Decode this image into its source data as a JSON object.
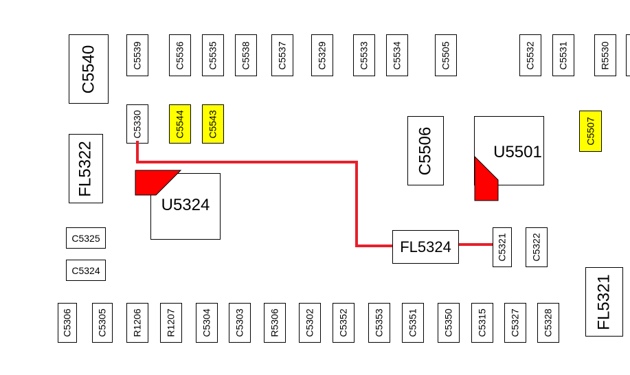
{
  "colors": {
    "trace": "#e8202a",
    "highlight": "#ffff00",
    "outline": "#000000"
  },
  "components": {
    "c5540": "C5540",
    "c5539": "C5539",
    "c5536": "C5536",
    "c5535": "C5535",
    "c5538": "C5538",
    "c5537": "C5537",
    "c5329": "C5329",
    "c5533": "C5533",
    "c5534": "C5534",
    "c5505": "C5505",
    "c5532": "C5532",
    "c5531": "C5531",
    "r5530": "R5530",
    "c5330": "C5330",
    "c5544": "C5544",
    "c5543": "C5543",
    "c5506": "C5506",
    "u5501": "U5501",
    "c5507": "C5507",
    "fl5322": "FL5322",
    "u5324": "U5324",
    "c5325": "C5325",
    "c5324": "C5324",
    "fl5324": "FL5324",
    "c5321": "C5321",
    "c5322": "C5322",
    "fl5321": "FL5321",
    "c5306": "C5306",
    "c5305": "C5305",
    "r1206": "R1206",
    "r1207": "R1207",
    "c5304": "C5304",
    "c5303": "C5303",
    "r5306": "R5306",
    "c5302": "C5302",
    "c5352": "C5352",
    "c5353": "C5353",
    "c5351": "C5351",
    "c5350": "C5350",
    "c5315": "C5315",
    "c5327": "C5327",
    "c5328": "C5328"
  },
  "highlighted": [
    "C5544",
    "C5543",
    "C5507"
  ],
  "signal_path": [
    "C5330",
    "FL5324",
    "C5321"
  ]
}
